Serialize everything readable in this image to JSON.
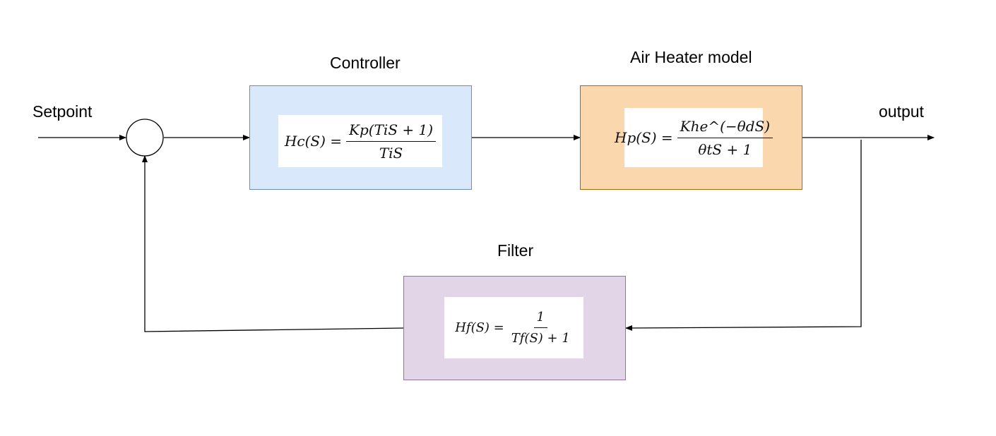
{
  "labels": {
    "setpoint": "Setpoint",
    "output": "output",
    "controller": "Controller",
    "plant": "Air Heater model",
    "filter": "Filter"
  },
  "blocks": {
    "controller": {
      "fill": "#dae8fc",
      "stroke": "#6c8ebf",
      "formula": {
        "lhs": "Hc(S) =",
        "numerator": "Kp(TiS + 1)",
        "denominator": "TiS"
      }
    },
    "plant": {
      "fill": "#fad7ac",
      "stroke": "#b46504",
      "formula": {
        "lhs": "Hp(S) =",
        "numerator": "Khe^(−θdS)",
        "denominator": "θtS + 1"
      }
    },
    "filter": {
      "fill": "#e1d5e7",
      "stroke": "#9673a6",
      "formula": {
        "lhs": "Hf(S) =",
        "numerator": "1",
        "denominator": "Tf(S) + 1"
      }
    }
  },
  "colors": {
    "wire": "#000000",
    "summing_junction_fill": "#ffffff"
  }
}
